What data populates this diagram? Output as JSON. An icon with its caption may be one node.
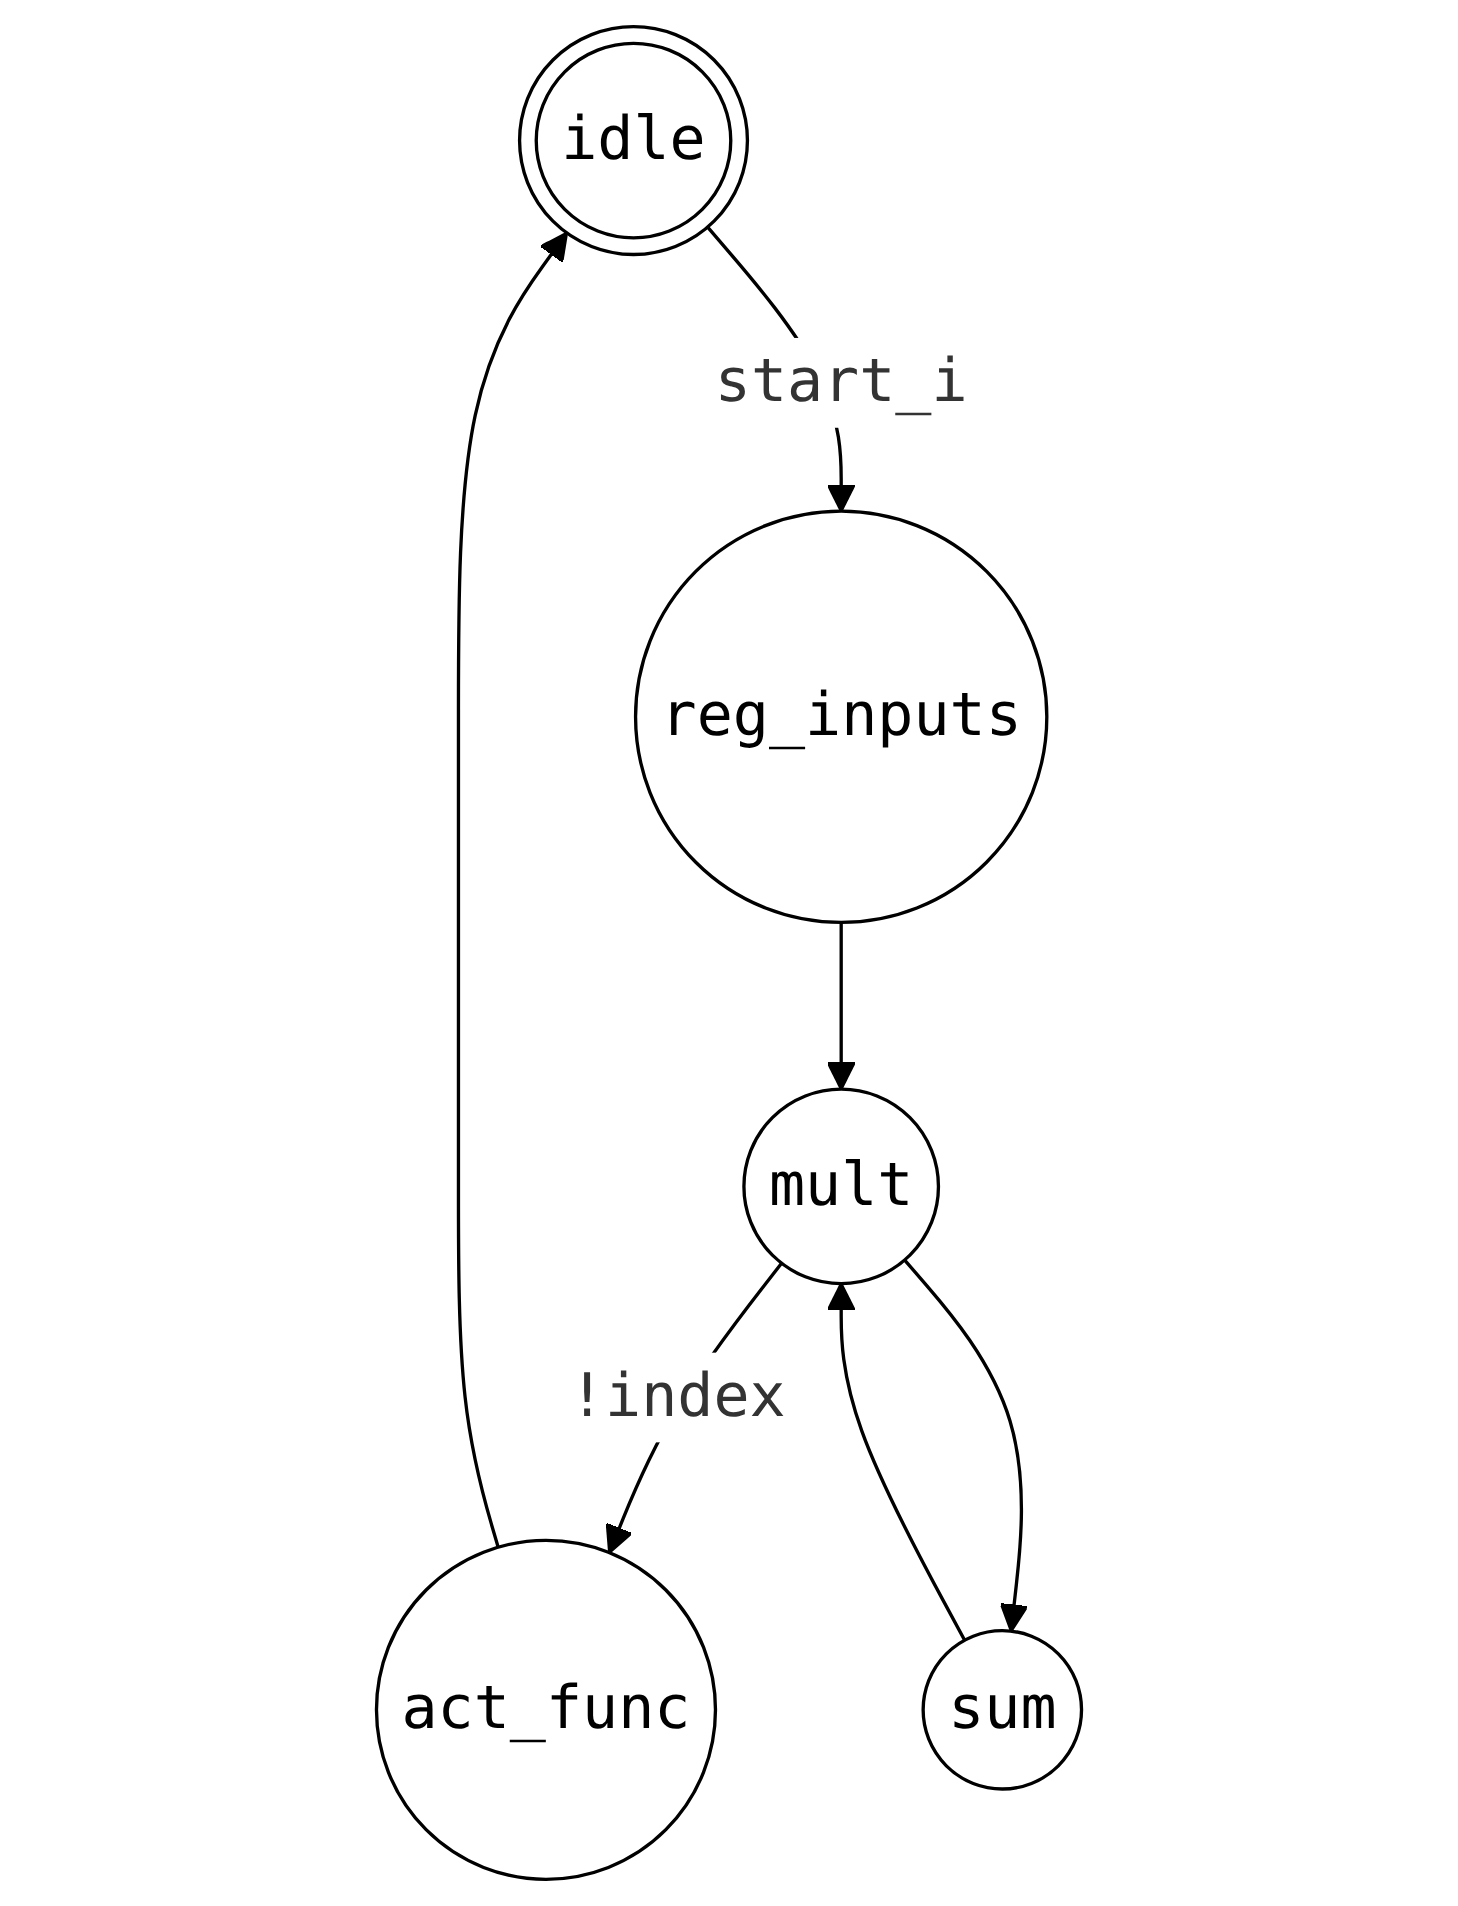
{
  "diagram": {
    "nodes": [
      {
        "text": [
          "idle"
        ]
      },
      {
        "text": [
          "act_func"
        ]
      },
      {
        "text": [
          "reg_inputs"
        ]
      },
      {
        "text": [
          "mult"
        ]
      },
      {
        "text": [
          "sum"
        ]
      }
    ],
    "edges": [
      {
        "from": 1,
        "to": 0,
        "arrow": "to"
      },
      {
        "from": 0,
        "to": 2,
        "arrow": "to",
        "label": "start_i"
      },
      {
        "from": 2,
        "to": 3,
        "arrow": "to"
      },
      {
        "from": 3,
        "to": 1,
        "arrow": "to",
        "label": "!index"
      },
      {
        "from": 3,
        "to": 4,
        "arrow": "to"
      },
      {
        "from": 4,
        "to": 3,
        "arrow": "to"
      }
    ]
  }
}
